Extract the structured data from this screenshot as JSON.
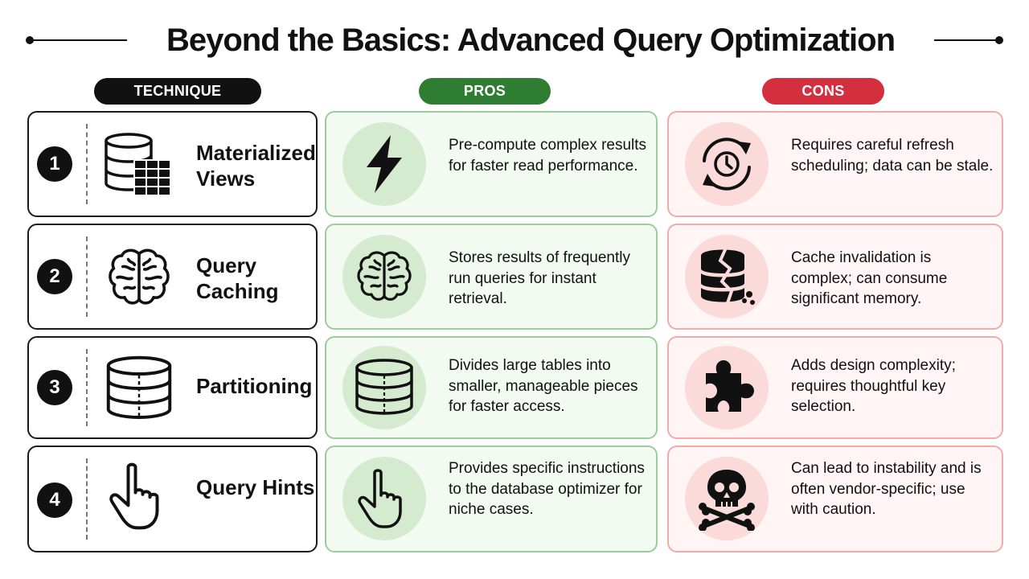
{
  "title": "Beyond the Basics: Advanced Query Optimization",
  "headers": {
    "technique": "TECHNIQUE",
    "pros": "PROS",
    "cons": "CONS"
  },
  "rows": [
    {
      "number": "1",
      "technique": "Materialized Views",
      "technique_icon": "database-table-icon",
      "pro": "Pre-compute complex results for faster read performance.",
      "pro_icon": "lightning-bolt-icon",
      "con": "Requires careful refresh scheduling; data can be stale.",
      "con_icon": "refresh-clock-icon"
    },
    {
      "number": "2",
      "technique": "Query Caching",
      "technique_icon": "brain-icon",
      "pro": "Stores results of frequently run queries for instant retrieval.",
      "pro_icon": "brain-icon",
      "con": "Cache invalidation is complex; can consume significant memory.",
      "con_icon": "broken-database-icon"
    },
    {
      "number": "3",
      "technique": "Partitioning",
      "technique_icon": "partitioned-database-icon",
      "pro": "Divides large tables into smaller, manageable pieces for faster access.",
      "pro_icon": "partitioned-database-icon",
      "con": "Adds design complexity; requires thoughtful key selection.",
      "con_icon": "puzzle-piece-icon"
    },
    {
      "number": "4",
      "technique": "Query Hints",
      "technique_icon": "pointing-hand-icon",
      "pro": "Provides specific instructions to the database optimizer for niche cases.",
      "pro_icon": "pointing-hand-icon",
      "con": "Can lead to instability and is often vendor-specific; use with caution.",
      "con_icon": "skull-crossbones-icon"
    }
  ],
  "colors": {
    "pros_accent": "#2e7d32",
    "cons_accent": "#d32f3f",
    "pros_bg": "#f3faf2",
    "cons_bg": "#fff5f5"
  }
}
